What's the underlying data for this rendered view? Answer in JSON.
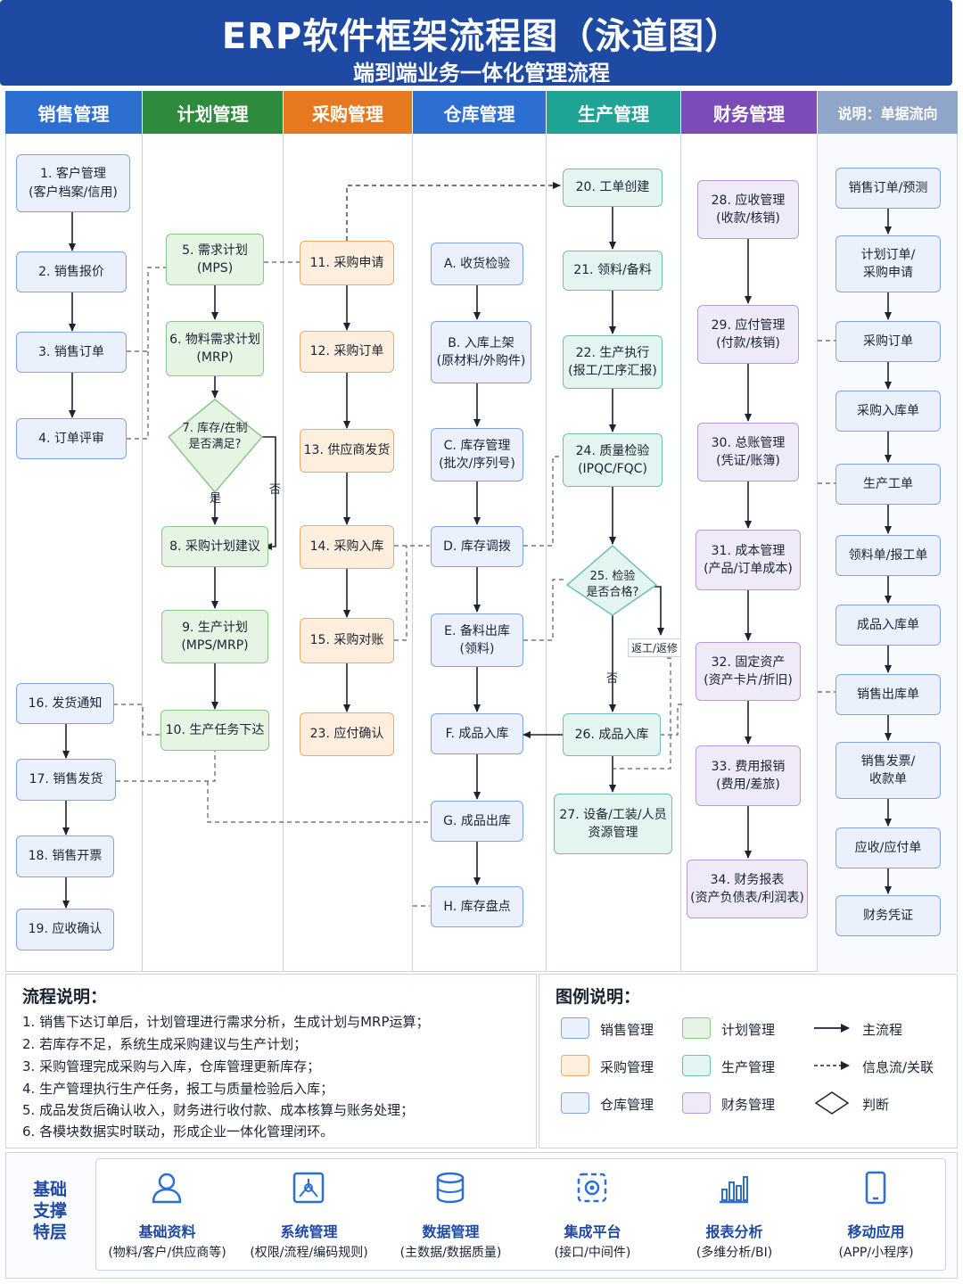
{
  "header": {
    "title": "ERP软件框架流程图（泳道图）",
    "subtitle": "端到端业务一体化管理流程"
  },
  "colors": {
    "header": "#1f4aa3",
    "sales": "#2c6fd1",
    "plan": "#2e8b3e",
    "purchase": "#e6781f",
    "warehouse": "#2c6fd1",
    "production": "#1ea394",
    "finance": "#7b4bb7",
    "flow": "#8fa6c9"
  },
  "lanes": [
    "销售管理",
    "计划管理",
    "采购管理",
    "仓库管理",
    "生产管理",
    "财务管理",
    "说明：单据流向"
  ],
  "nodes": {
    "n1": "1. 客户管理\n(客户档案/信用)",
    "n2": "2. 销售报价",
    "n3": "3. 销售订单",
    "n4": "4. 订单评审",
    "n16": "16. 发货通知",
    "n17": "17. 销售发货",
    "n18": "18. 销售开票",
    "n19": "19. 应收确认",
    "n5": "5. 需求计划\n(MPS)",
    "n6": "6. 物料需求计划\n(MRP)",
    "n7": "7. 库存/在制\n是否满足?",
    "n8": "8. 采购计划建议",
    "n9": "9. 生产计划\n(MPS/MRP)",
    "n10": "10. 生产任务下达",
    "n11": "11. 采购申请",
    "n12": "12. 采购订单",
    "n13": "13. 供应商发货",
    "n14": "14. 采购入库",
    "n15": "15. 采购对账",
    "n23": "23. 应付确认",
    "nA": "A. 收货检验",
    "nB": "B. 入库上架\n(原材料/外购件)",
    "nC": "C. 库存管理\n(批次/序列号)",
    "nD": "D. 库存调拨",
    "nE": "E. 备料出库\n(领料)",
    "nF": "F. 成品入库",
    "nG": "G. 成品出库",
    "nH": "H. 库存盘点",
    "n20": "20. 工单创建",
    "n21": "21. 领料/备料",
    "n22": "22. 生产执行\n(报工/工序汇报)",
    "n24": "24. 质量检验\n(IPQC/FQC)",
    "n25": "25. 检验\n是否合格?",
    "n26": "26. 成品入库",
    "n27": "27. 设备/工装/人员\n资源管理",
    "n28": "28. 应收管理\n(收款/核销)",
    "n29": "29. 应付管理\n(付款/核销)",
    "n30": "30. 总账管理\n(凭证/账簿)",
    "n31": "31. 成本管理\n(产品/订单成本)",
    "n32": "32. 固定资产\n(资产卡片/折旧)",
    "n33": "33. 费用报销\n(费用/差旅)",
    "n34": "34. 财务报表\n(资产负债表/利润表)"
  },
  "edge_labels": {
    "yes": "是",
    "no": "否",
    "no2": "否",
    "rework": "返工/返修"
  },
  "doc_flow": [
    "销售订单/预测",
    "计划订单/\n采购申请",
    "采购订单",
    "采购入库单",
    "生产工单",
    "领料单/报工单",
    "成品入库单",
    "销售出库单",
    "销售发票/\n收款单",
    "应收/应付单",
    "财务凭证"
  ],
  "process_notes": {
    "title": "流程说明：",
    "steps": [
      "1.  销售下达订单后，计划管理进行需求分析，生成计划与MRP运算；",
      "2.  若库存不足，系统生成采购建议与生产计划；",
      "3.  采购管理完成采购与入库，仓库管理更新库存；",
      "4.  生产管理执行生产任务，报工与质量检验后入库；",
      "5.  成品发货后确认收入，财务进行收付款、成本核算与账务处理；",
      "6.  各模块数据实时联动，形成企业一体化管理闭环。"
    ]
  },
  "legend": {
    "title": "图例说明：",
    "items": [
      "销售管理",
      "计划管理",
      "主流程",
      "采购管理",
      "生产管理",
      "信息流/关联",
      "仓库管理",
      "财务管理",
      "判断"
    ]
  },
  "infra": {
    "title": "基础\n支撑\n特层",
    "items": [
      {
        "name": "基础资料",
        "desc": "(物料/客户/供应商等)",
        "icon": "user-icon"
      },
      {
        "name": "系统管理",
        "desc": "(权限/流程/编码规则)",
        "icon": "book-icon"
      },
      {
        "name": "数据管理",
        "desc": "(主数据/数据质量)",
        "icon": "database-icon"
      },
      {
        "name": "集成平台",
        "desc": "(接口/中间件)",
        "icon": "integration-icon"
      },
      {
        "name": "报表分析",
        "desc": "(多维分析/BI)",
        "icon": "chart-icon"
      },
      {
        "name": "移动应用",
        "desc": "(APP/小程序)",
        "icon": "mobile-icon"
      }
    ]
  }
}
